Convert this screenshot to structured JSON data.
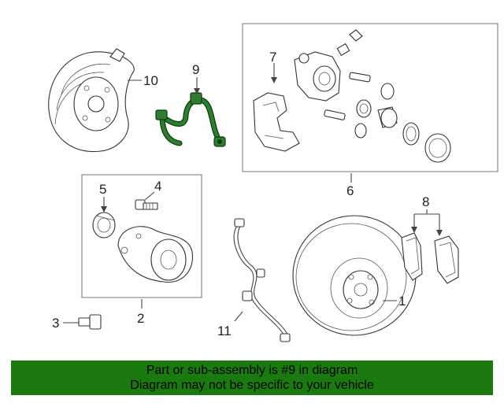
{
  "callouts": {
    "c1": "1",
    "c2": "2",
    "c3": "3",
    "c4": "4",
    "c5": "5",
    "c6": "6",
    "c7": "7",
    "c8": "8",
    "c9": "9",
    "c10": "10",
    "c11": "11"
  },
  "banner": {
    "line1": "Part or sub-assembly is #9 in diagram",
    "line2": "Diagram may not be specific to your vehicle"
  },
  "colors": {
    "highlight": "#2e7d32",
    "banner": "#1a7a10"
  }
}
